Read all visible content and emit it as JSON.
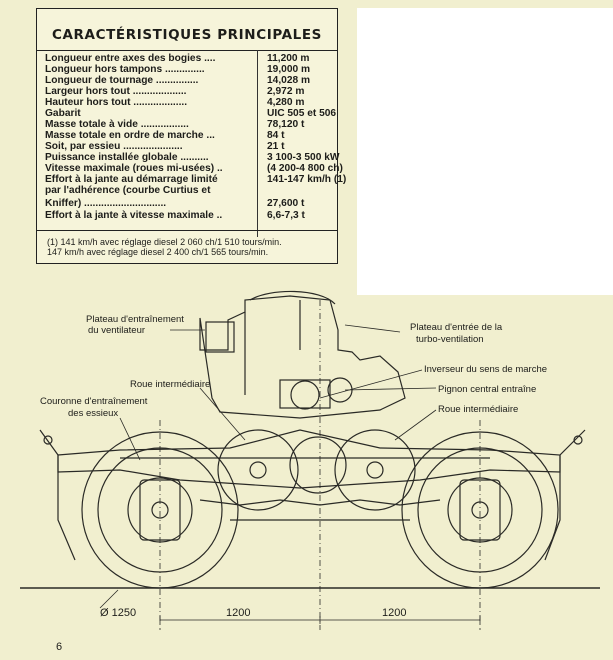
{
  "specs": {
    "title": "CARACTÉRISTIQUES PRINCIPALES",
    "rows": [
      {
        "label": "Longueur entre axes des bogies ....",
        "value": "11,200  m"
      },
      {
        "label": "Longueur hors tampons ..............",
        "value": "19,000  m"
      },
      {
        "label": "Longueur de tournage ...............",
        "value": "14,028  m"
      },
      {
        "label": "Largeur hors tout ...................",
        "value": "2,972  m"
      },
      {
        "label": "Hauteur hors tout ...................",
        "value": "4,280  m"
      },
      {
        "label": "Gabarit",
        "value": "UIC 505 et 506"
      },
      {
        "label": "Masse totale à vide .................",
        "value": "78,120  t"
      },
      {
        "label": "Masse totale en ordre de marche ...",
        "value": "84  t"
      },
      {
        "label": "Soit, par essieu .....................",
        "value": "21  t"
      },
      {
        "label": "Puissance installée globale ..........",
        "value": "3 100-3 500 kW"
      },
      {
        "label": "Vitesse maximale (roues mi-usées) ..",
        "value": "(4 200-4 800 ch)"
      },
      {
        "label": "Effort à la jante au démarrage limité",
        "value": "141-147 km/h (1)"
      },
      {
        "label": "  par l'adhérence (courbe Curtius et",
        "value": ""
      },
      {
        "label": "  Kniffer) .............................",
        "value": "27,600  t"
      },
      {
        "label": "Effort à la jante à vitesse maximale ..",
        "value": "6,6-7,3  t"
      }
    ],
    "notes": [
      "(1) 141  km/h  avec  réglage  diesel  2 060  ch/1 510  tours/min.",
      "      147  km/h  avec  réglage  diesel  2 400  ch/1 565  tours/min."
    ]
  },
  "diagram": {
    "labels": {
      "plateau_entrainement": [
        "Plateau d'entraînement",
        "du ventilateur"
      ],
      "plateau_entree": [
        "Plateau d'entrée de la",
        "turbo-ventilation"
      ],
      "inverseur": "Inverseur  du sens de marche",
      "pignon": "Pignon central entraîne",
      "roue_intermediaire_left": "Roue intermédiaire",
      "roue_intermediaire_right": "Roue intermédiaire",
      "couronne": [
        "Couronne d'entraînement",
        "des essieux"
      ]
    },
    "dimensions": {
      "diameter": "Ø 1250",
      "left_span": "1200",
      "right_span": "1200"
    }
  },
  "page": {
    "number": "6"
  }
}
